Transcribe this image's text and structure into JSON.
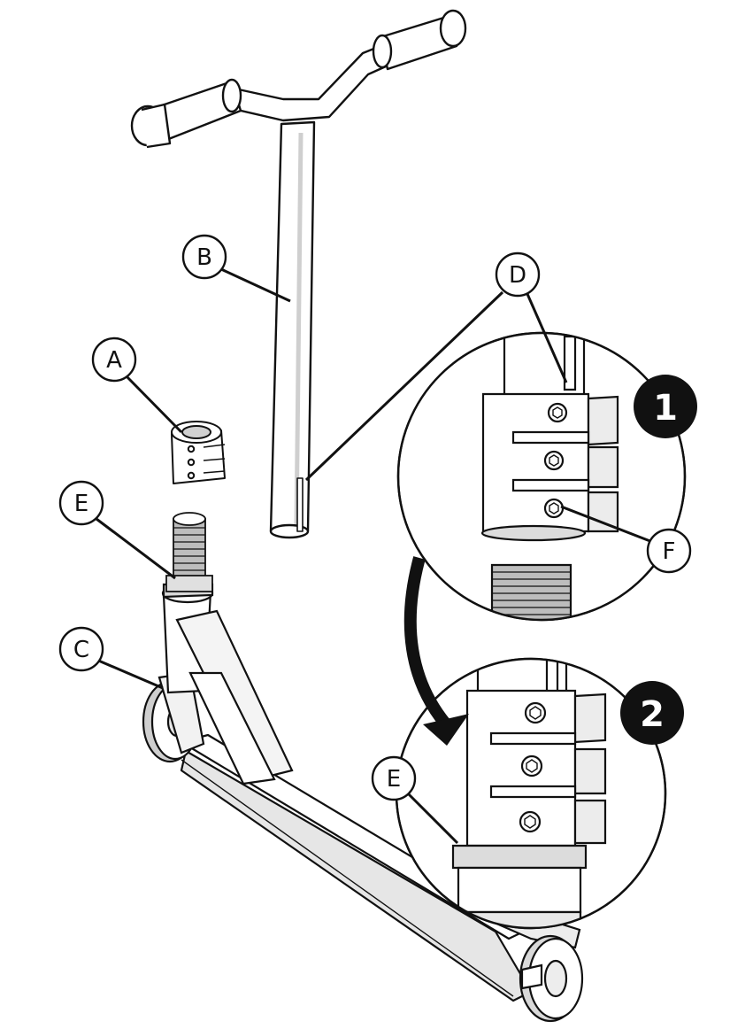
{
  "labels": {
    "a": "A",
    "b": "B",
    "c": "C",
    "d": "D",
    "e": "E",
    "e_detail": "E",
    "f": "F"
  },
  "steps": {
    "one": "1",
    "two": "2"
  },
  "colors": {
    "line": "#111111",
    "part_fill": "#ffffff",
    "shade": "#d9d9d9",
    "dark_shade": "#9a9a9a",
    "badge": "#111111"
  }
}
